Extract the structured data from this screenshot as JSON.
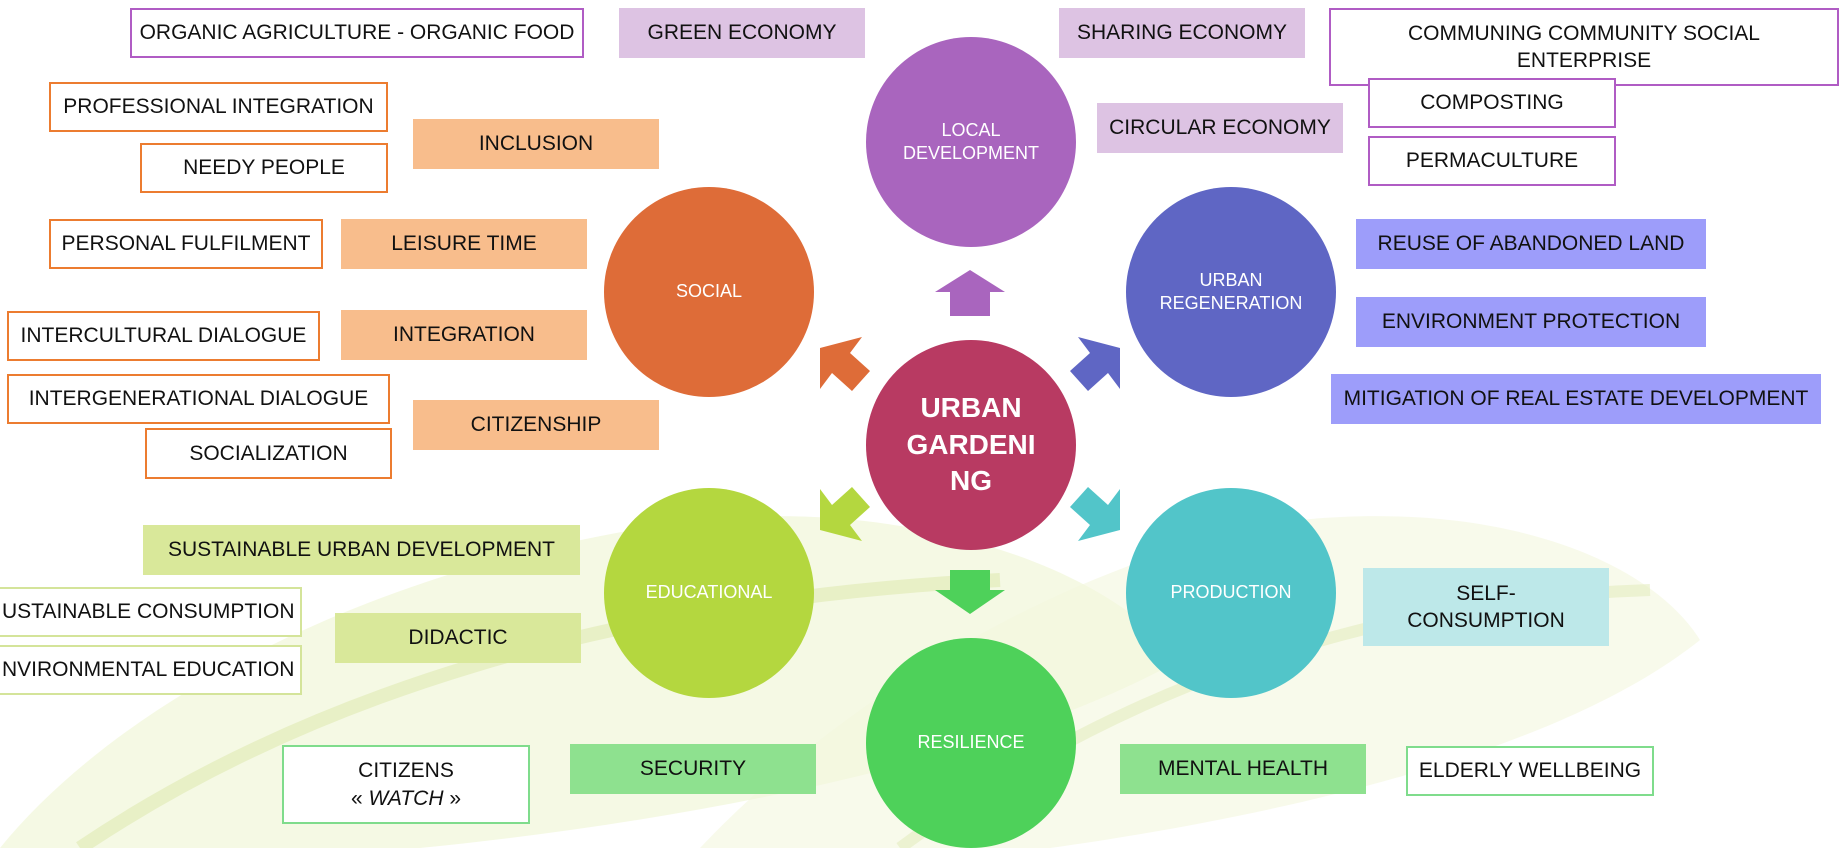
{
  "center": {
    "label": "URBAN GARDENING",
    "line1": "URBAN",
    "line2": "GARDENI",
    "line3": "NG",
    "color": "#b83a62"
  },
  "nodes": {
    "local_development": {
      "line1": "LOCAL",
      "line2": "DEVELOPMENT",
      "color": "#a965be"
    },
    "social": {
      "label": "SOCIAL",
      "color": "#de6c38"
    },
    "urban_regeneration": {
      "line1": "URBAN",
      "line2": "REGENERATION",
      "color": "#5f66c4"
    },
    "educational": {
      "label": "EDUCATIONAL",
      "color": "#b4d73f"
    },
    "production": {
      "label": "PRODUCTION",
      "color": "#52c5c9"
    },
    "resilience": {
      "label": "RESILIENCE",
      "color": "#4ed15a"
    }
  },
  "labels": {
    "organic_agriculture": "ORGANIC AGRICULTURE - ORGANIC FOOD",
    "green_economy": "GREEN ECONOMY",
    "sharing_economy": "SHARING ECONOMY",
    "communing_line1": "COMMUNING  COMMUNITY SOCIAL",
    "communing_line2": "ENTERPRISE",
    "composting": "COMPOSTING",
    "circular_economy": "CIRCULAR ECONOMY",
    "permaculture": "PERMACULTURE",
    "professional_integration": "PROFESSIONAL INTEGRATION",
    "inclusion": "INCLUSION",
    "needy_people": "NEEDY PEOPLE",
    "personal_fulfilment": "PERSONAL FULFILMENT",
    "leisure_time": "LEISURE TIME",
    "intercultural_dialogue": "INTERCULTURAL DIALOGUE",
    "integration": "INTEGRATION",
    "intergenerational_dialogue": "INTERGENERATIONAL DIALOGUE",
    "citizenship": "CITIZENSHIP",
    "socialization": "SOCIALIZATION",
    "reuse_abandoned_land": "REUSE OF ABANDONED LAND",
    "environment_protection": "ENVIRONMENT PROTECTION",
    "mitigation_real_estate": "MITIGATION OF REAL ESTATE DEVELOPMENT",
    "sustainable_urban_development": "SUSTAINABLE URBAN DEVELOPMENT",
    "sustainable_consumption": "USTAINABLE CONSUMPTION",
    "didactic": "DIDACTIC",
    "environmental_education": "NVIRONMENTAL EDUCATION",
    "self_consumption_line1": "SELF-",
    "self_consumption_line2": "CONSUMPTION",
    "citizens_line1": "CITIZENS",
    "citizens_line2_prefix": "« ",
    "citizens_line2_italic": "WATCH",
    "citizens_line2_suffix": " »",
    "security": "SECURITY",
    "mental_health": "MENTAL HEALTH",
    "elderly_wellbeing": "ELDERLY WELLBEING"
  }
}
